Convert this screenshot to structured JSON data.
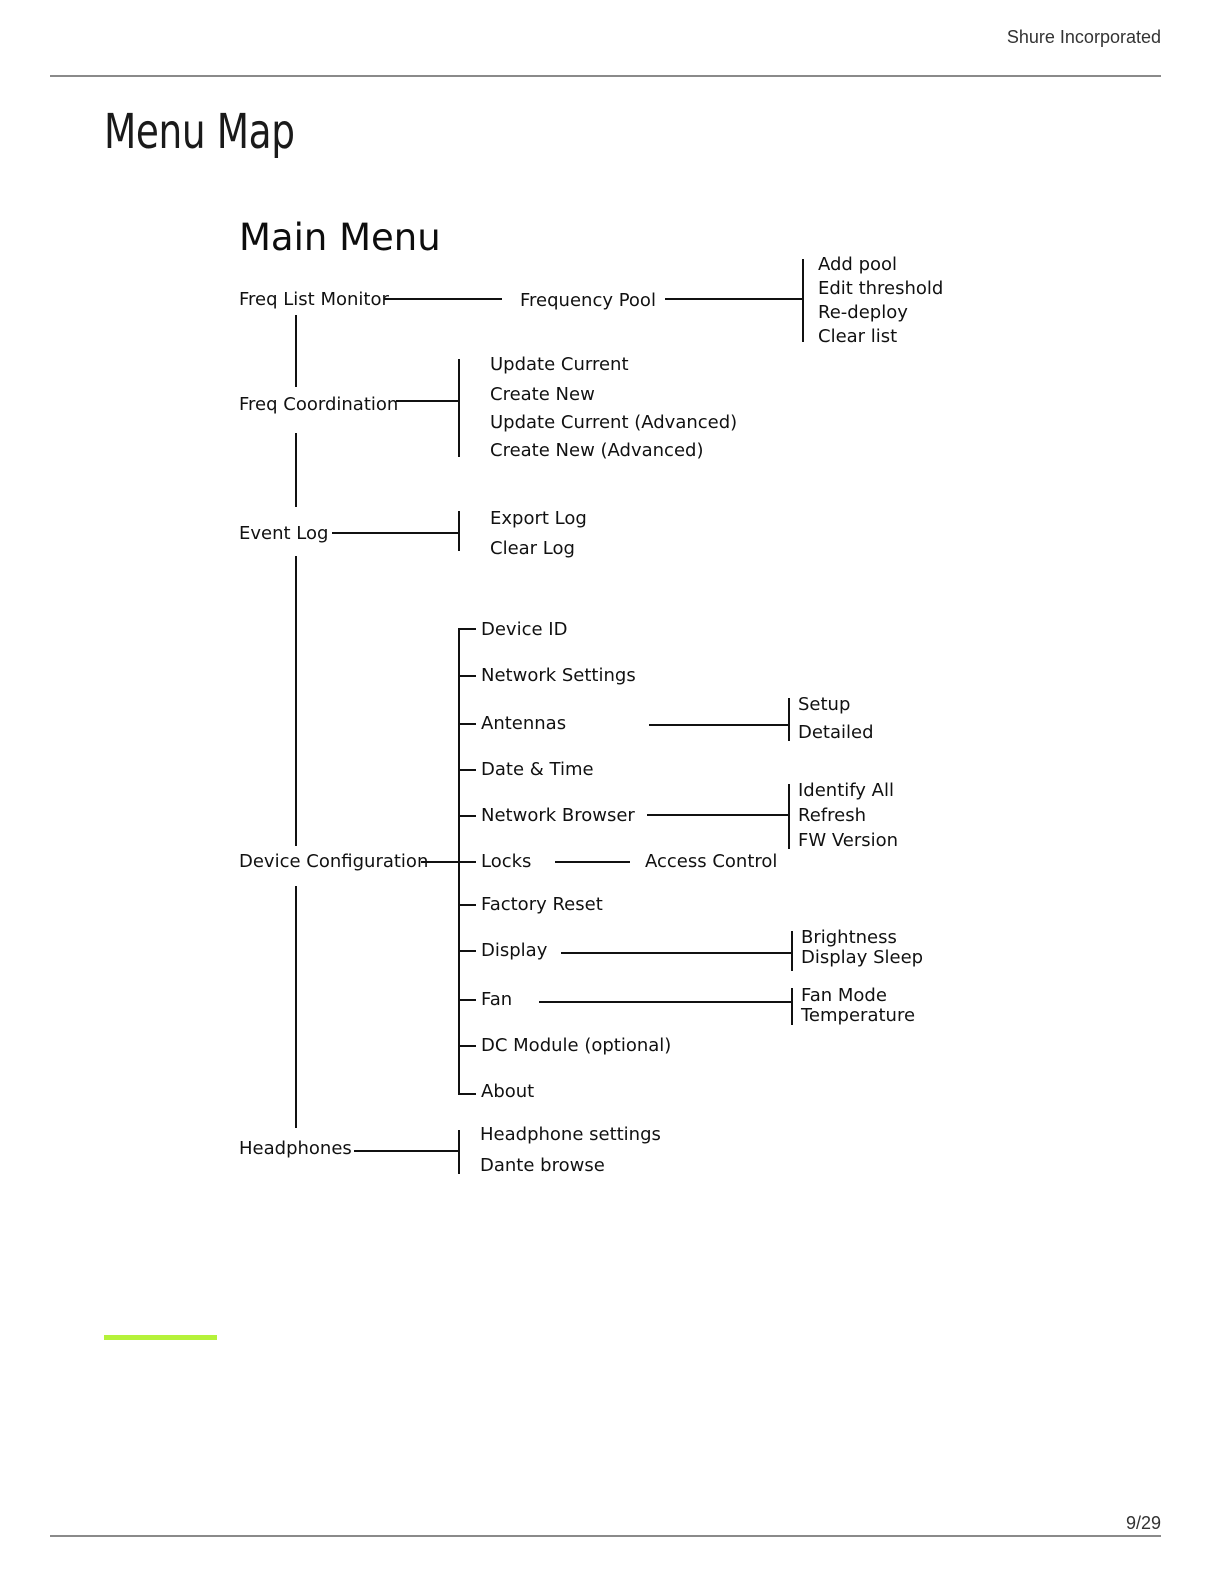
{
  "header": {
    "company": "Shure Incorporated"
  },
  "page_title": "Menu Map",
  "diagram": {
    "title": "Main Menu",
    "top_level": [
      "Freq List Monitor",
      "Freq Coordination",
      "Event Log",
      "Device Configuration",
      "Headphones"
    ],
    "freq_list_monitor": {
      "child": "Frequency Pool",
      "pool_options": [
        "Add pool",
        "Edit threshold",
        "Re-deploy",
        "Clear list"
      ]
    },
    "freq_coordination": [
      "Update Current",
      "Create New",
      "Update Current (Advanced)",
      "Create New (Advanced)"
    ],
    "event_log": [
      "Export Log",
      "Clear Log"
    ],
    "device_configuration": {
      "items": [
        "Device ID",
        "Network Settings",
        "Antennas",
        "Date & Time",
        "Network Browser",
        "Locks",
        "Factory Reset",
        "Display",
        "Fan",
        "DC Module (optional)",
        "About"
      ],
      "antennas": [
        "Setup",
        "Detailed"
      ],
      "network_browser": [
        "Identify All",
        "Refresh",
        "FW Version"
      ],
      "locks": [
        "Access Control"
      ],
      "display": [
        "Brightness",
        "Display Sleep"
      ],
      "fan": [
        "Fan Mode",
        "Temperature"
      ]
    },
    "headphones": [
      "Headphone settings",
      "Dante browse"
    ]
  },
  "footer": {
    "page_number": "9/29"
  },
  "colors": {
    "accent": "#b5f23a",
    "rule": "#8a8a8a",
    "text": "#111111"
  }
}
